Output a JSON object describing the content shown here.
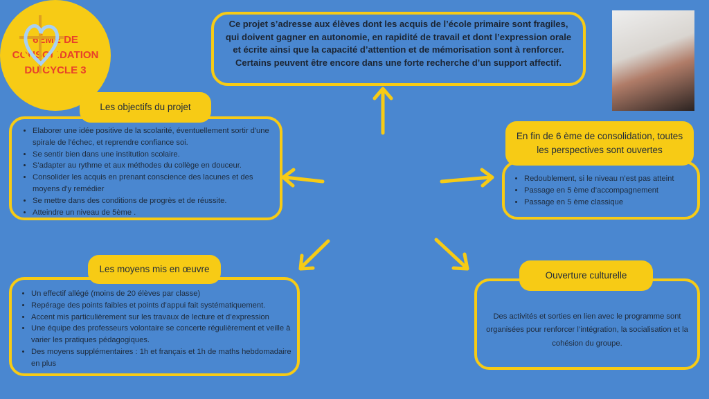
{
  "center": {
    "title": "6ÈME DE CONSOLIDATION DU CYCLE 3"
  },
  "intro": "Ce projet s’adresse aux élèves dont les acquis de l’école primaire sont fragiles, qui doivent gagner en autonomie, en rapidité de travail et dont l’expression orale et écrite ainsi que la capacité d’attention et de mémorisation sont à renforcer. Certains peuvent être encore dans une forte recherche d’un support affectif.",
  "objectifs": {
    "label": "Les objectifs du projet",
    "items": [
      "Elaborer une idée positive de la scolarité, éventuellement sortir d'une spirale de l'échec, et reprendre confiance soi.",
      "Se sentir bien dans une institution scolaire.",
      "S'adapter au rythme et aux méthodes du collège en douceur.",
      "Consolider les acquis en prenant conscience des lacunes et des moyens d'y remédier",
      "Se mettre dans des conditions de progrès et de réussite.",
      "Atteindre un niveau de 5ème ."
    ]
  },
  "perspectives": {
    "label": "En fin de 6 ème de consolidation, toutes les perspectives sont ouvertes",
    "items": [
      "Redoublement, si le niveau n’est pas atteint",
      "Passage en 5 ème d’accompagnement",
      "Passage en 5 ème classique"
    ]
  },
  "moyens": {
    "label": "Les moyens mis en œuvre",
    "items": [
      "Un effectif allégé (moins de 20 élèves par classe)",
      "Repérage des points faibles et points d’appui fait systématiquement.",
      "Accent mis particulièrement sur les travaux de lecture et d’expression",
      "Une équipe des professeurs volontaire se concerte régulièrement et veille à varier les pratiques pédagogiques.",
      "Des moyens supplémentaires : 1h et français et 1h de maths hebdomadaire en plus"
    ]
  },
  "ouverture": {
    "label": "Ouverture culturelle",
    "text": "Des activités et sorties en lien avec le programme sont organisées pour renforcer l’intégration, la socialisation et la cohésion du groupe."
  }
}
